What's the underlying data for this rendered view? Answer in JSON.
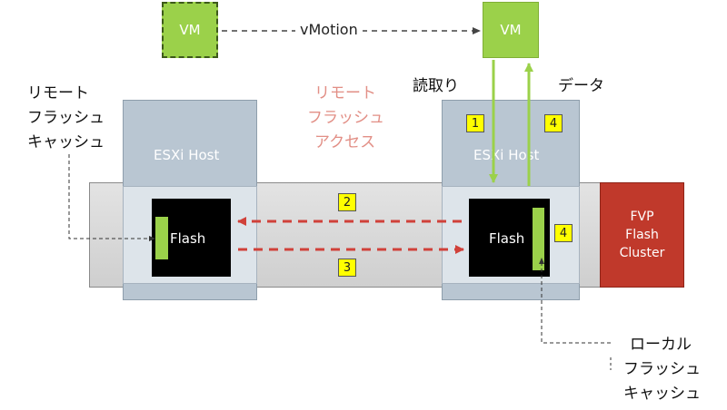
{
  "vm_source": {
    "label": "VM"
  },
  "vm_target": {
    "label": "VM"
  },
  "vmotion": {
    "label": "vMotion"
  },
  "hosts": [
    {
      "label": "ESXi Host"
    },
    {
      "label": "ESXi Host"
    }
  ],
  "flash": {
    "left_label": "Flash",
    "right_label": "Flash"
  },
  "steps": {
    "one": "1",
    "two": "2",
    "three": "3",
    "four_top": "4",
    "four_side": "4"
  },
  "fvp": {
    "lines": [
      "FVP",
      "Flash",
      "Cluster"
    ]
  },
  "labels": {
    "remote_cache": [
      "リモート",
      "フラッシュ",
      "キャッシュ"
    ],
    "remote_access": [
      "リモート",
      "フラッシュ",
      "アクセス"
    ],
    "read": "読取り",
    "data": "データ",
    "local_cache": [
      "ローカル",
      "フラッシュ",
      "キャッシュ"
    ]
  },
  "colors": {
    "vm_green": "#9bd14a",
    "host_gray": "#b9c6d2",
    "arrow_red": "#d0413a",
    "fvp_red": "#c0392b",
    "badge_yellow": "#ffff00",
    "remote_access_text": "#e28f86"
  }
}
